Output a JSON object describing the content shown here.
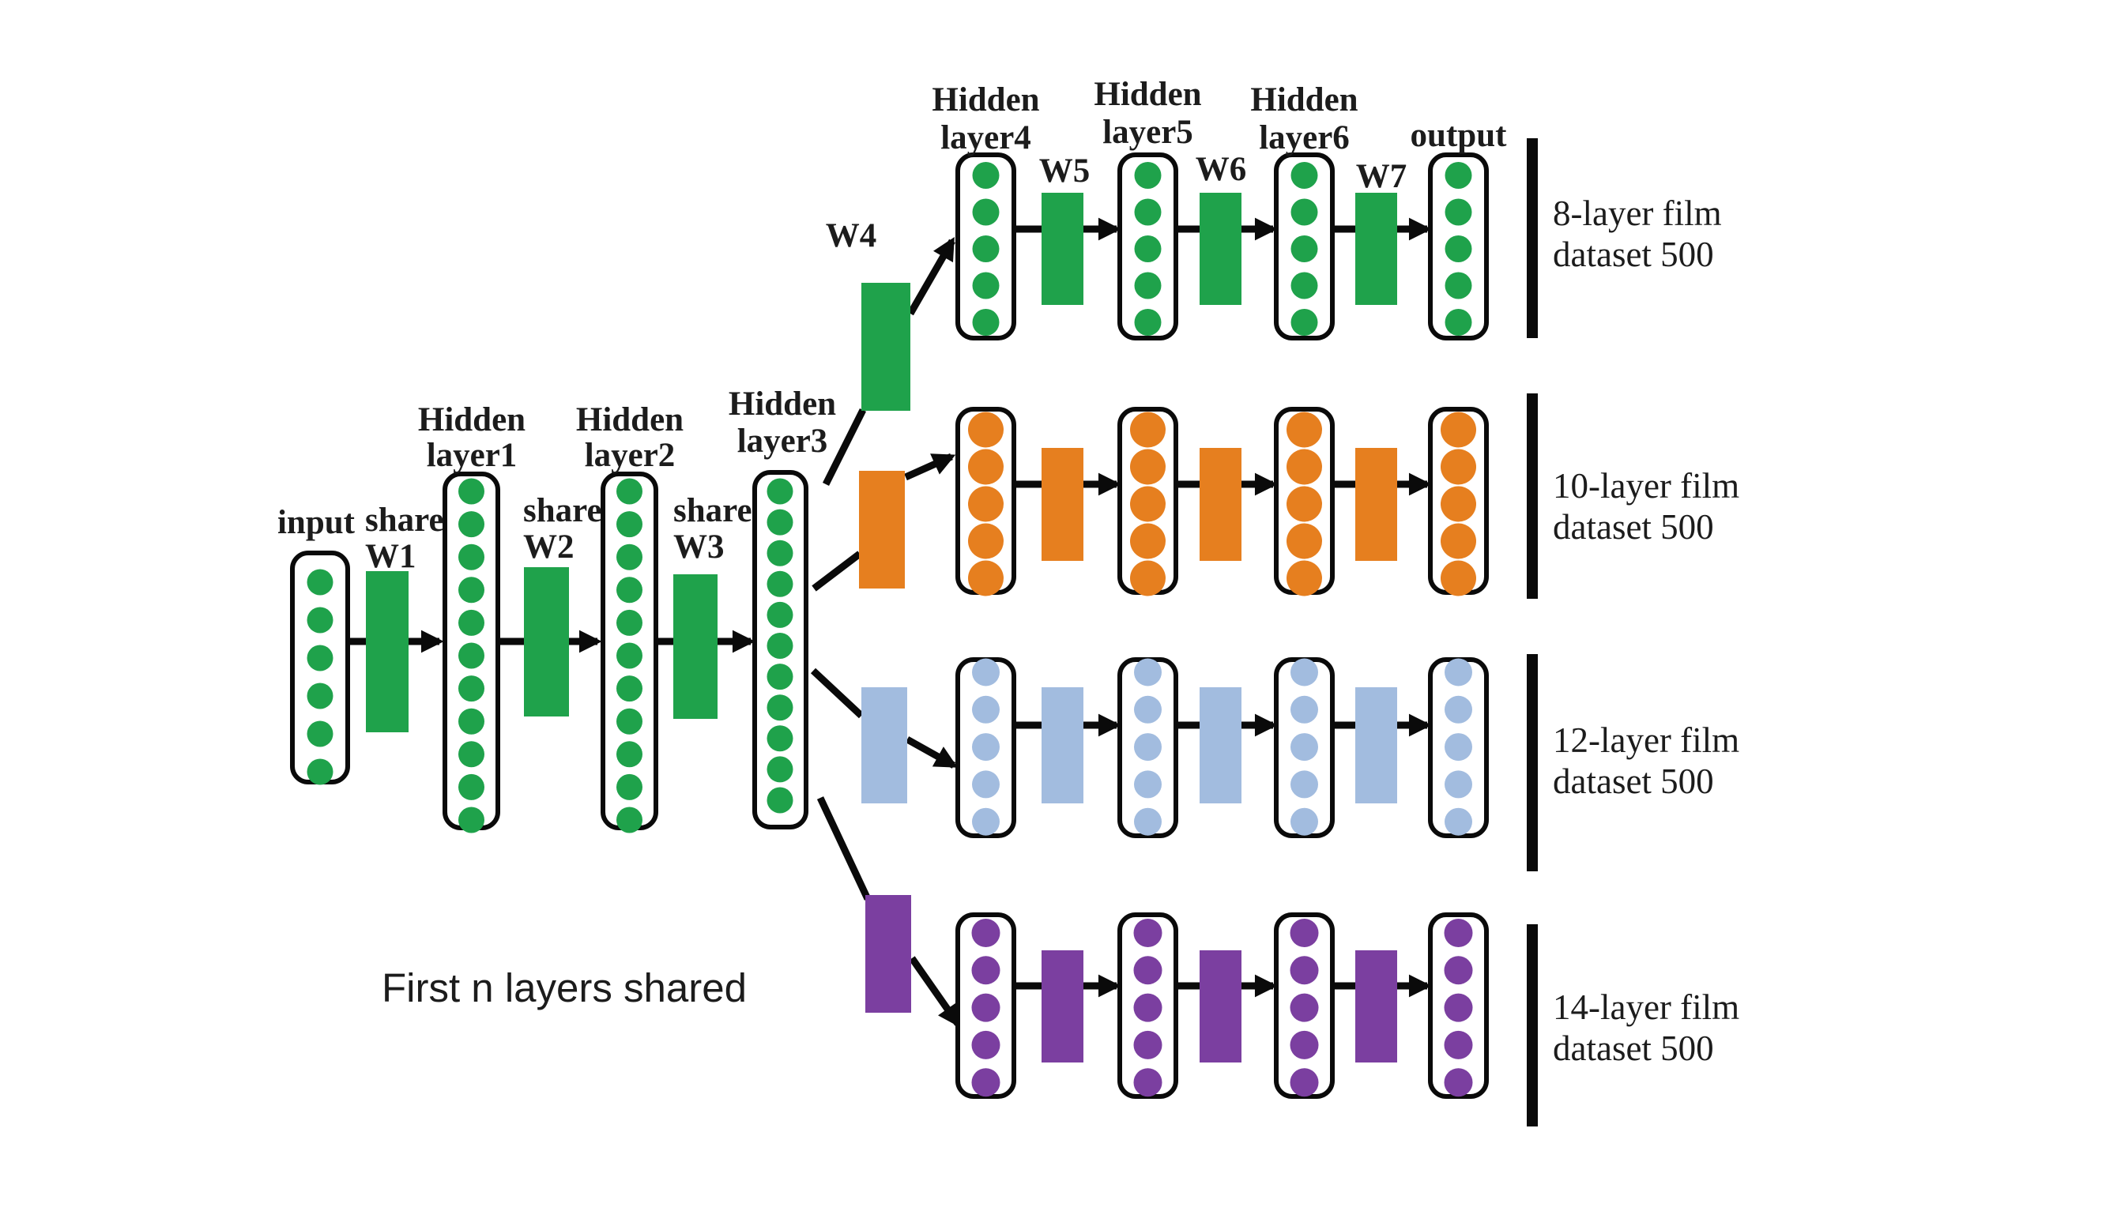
{
  "colors": {
    "green": "#1FA24B",
    "orange": "#E67F1F",
    "blue": "#A2BCDF",
    "purple": "#7B3FA0",
    "line": "#0a0a0a",
    "text": "#1c1c1c"
  },
  "annotation": "First n layers shared",
  "backbone": {
    "input_label": "input",
    "input_circles": 6,
    "weights": [
      {
        "l1": "share",
        "l2": "W1"
      },
      {
        "l1": "share",
        "l2": "W2"
      },
      {
        "l1": "share",
        "l2": "W3"
      }
    ],
    "layers": [
      {
        "l1": "Hidden",
        "l2": "layer1",
        "circles": 11
      },
      {
        "l1": "Hidden",
        "l2": "layer2",
        "circles": 11
      },
      {
        "l1": "Hidden",
        "l2": "layer3",
        "circles": 11
      }
    ]
  },
  "rows": [
    {
      "color": "green",
      "branch_weight_label": "W4",
      "weight_labels": [
        "W5",
        "W6",
        "W7"
      ],
      "columns": [
        {
          "l1": "Hidden",
          "l2": "layer4",
          "circles": 5
        },
        {
          "l1": "Hidden",
          "l2": "layer5",
          "circles": 5
        },
        {
          "l1": "Hidden",
          "l2": "layer6",
          "circles": 5
        },
        {
          "l1": "",
          "l2": "output",
          "circles": 5
        }
      ],
      "caption": {
        "l1": "8-layer film",
        "l2": "dataset 500"
      }
    },
    {
      "color": "orange",
      "branch_weight_label": "",
      "weight_labels": [
        "",
        "",
        ""
      ],
      "columns": [
        {
          "l1": "",
          "l2": "",
          "circles": 5
        },
        {
          "l1": "",
          "l2": "",
          "circles": 5
        },
        {
          "l1": "",
          "l2": "",
          "circles": 5
        },
        {
          "l1": "",
          "l2": "",
          "circles": 5
        }
      ],
      "caption": {
        "l1": "10-layer film",
        "l2": "dataset 500"
      }
    },
    {
      "color": "blue",
      "branch_weight_label": "",
      "weight_labels": [
        "",
        "",
        ""
      ],
      "columns": [
        {
          "l1": "",
          "l2": "",
          "circles": 5
        },
        {
          "l1": "",
          "l2": "",
          "circles": 5
        },
        {
          "l1": "",
          "l2": "",
          "circles": 5
        },
        {
          "l1": "",
          "l2": "",
          "circles": 5
        }
      ],
      "caption": {
        "l1": "12-layer film",
        "l2": "dataset 500"
      }
    },
    {
      "color": "purple",
      "branch_weight_label": "",
      "weight_labels": [
        "",
        "",
        ""
      ],
      "columns": [
        {
          "l1": "",
          "l2": "",
          "circles": 5
        },
        {
          "l1": "",
          "l2": "",
          "circles": 5
        },
        {
          "l1": "",
          "l2": "",
          "circles": 5
        },
        {
          "l1": "",
          "l2": "",
          "circles": 5
        }
      ],
      "caption": {
        "l1": "14-layer film",
        "l2": "dataset 500"
      }
    }
  ]
}
